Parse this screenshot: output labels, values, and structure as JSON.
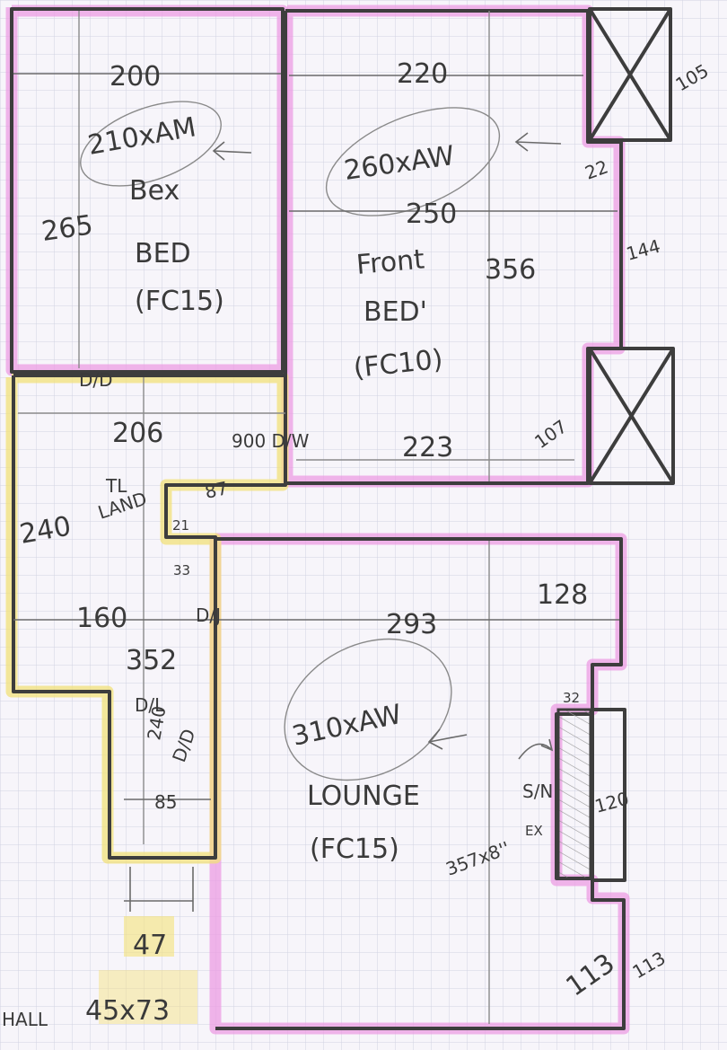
{
  "plan": {
    "box_bedroom": {
      "width": "200",
      "depth": "265",
      "carpet_note": "210xAM",
      "name_line1": "Bex",
      "name_line2": "BED",
      "floor": "(FC15)",
      "door_marker": "D/D"
    },
    "front_bedroom": {
      "width_top": "220",
      "width_mid": "250",
      "width_bottom": "223",
      "depth": "356",
      "carpet_note": "260xAW",
      "name_line1": "Front",
      "name_line2": "BED'",
      "floor": "(FC10)",
      "door": "900 D/W",
      "recess_top": "105",
      "recess_jog": "22",
      "side_depth": "144",
      "recess_bottom": "107"
    },
    "landing": {
      "width": "206",
      "depth": "240",
      "label_line1": "TL",
      "label_line2": "LAND",
      "step_width": "87",
      "step_depth": "21",
      "step_jog": "33",
      "lower_width": "160",
      "door_marker": "D/J"
    },
    "stairs": {
      "length": "352",
      "door_marker": "D/L",
      "stair_length": "240",
      "stair_marker": "D/D",
      "stair_width": "85",
      "opening": "47"
    },
    "hall": {
      "label": "HALL",
      "size": "45x73"
    },
    "lounge": {
      "width": "293",
      "alcove_width": "128",
      "carpet_note": "310xAW",
      "name": "LOUNGE",
      "floor": "(FC15)",
      "chimney_jog": "32",
      "chimney_depth": "120",
      "hearth_line1": "S/N",
      "hearth_line2": "EX",
      "hearth_size": "357x8''",
      "bottom_right": "113",
      "faint_note": "113"
    }
  }
}
